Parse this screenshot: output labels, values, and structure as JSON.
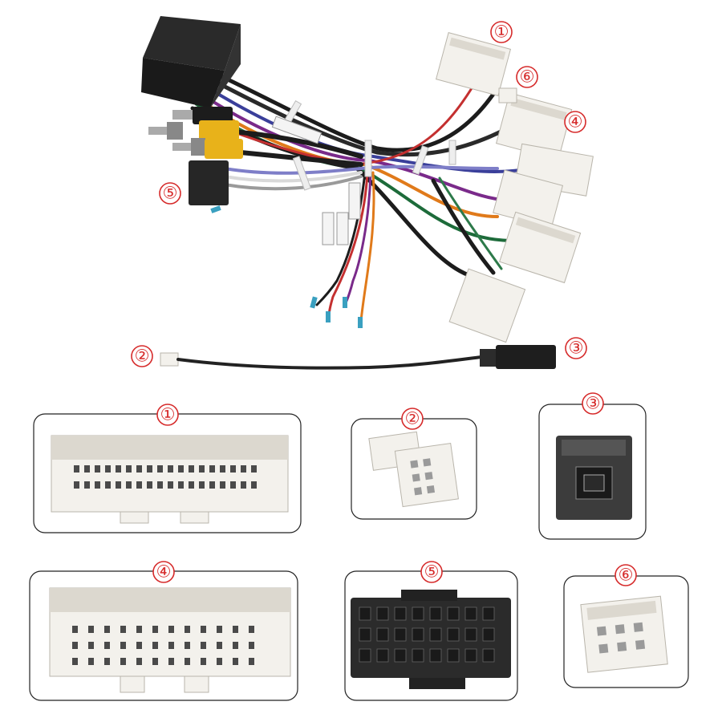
{
  "photo": {
    "callouts": {
      "c1": "①",
      "c2": "②",
      "c3": "③",
      "c4": "④",
      "c5": "⑤",
      "c6": "⑥"
    }
  },
  "panels": [
    {
      "id": "1",
      "label": "①"
    },
    {
      "id": "2",
      "label": "②"
    },
    {
      "id": "3",
      "label": "③"
    },
    {
      "id": "4",
      "label": "④"
    },
    {
      "id": "5",
      "label": "⑤"
    },
    {
      "id": "6",
      "label": "⑥"
    }
  ],
  "colors": {
    "callout_red": "#d62b2b",
    "connector_white": "#f3f1ec",
    "connector_black": "#2b2b2b",
    "rca_yellow": "#e8b21a",
    "wire_black": "#1c1c1c"
  }
}
